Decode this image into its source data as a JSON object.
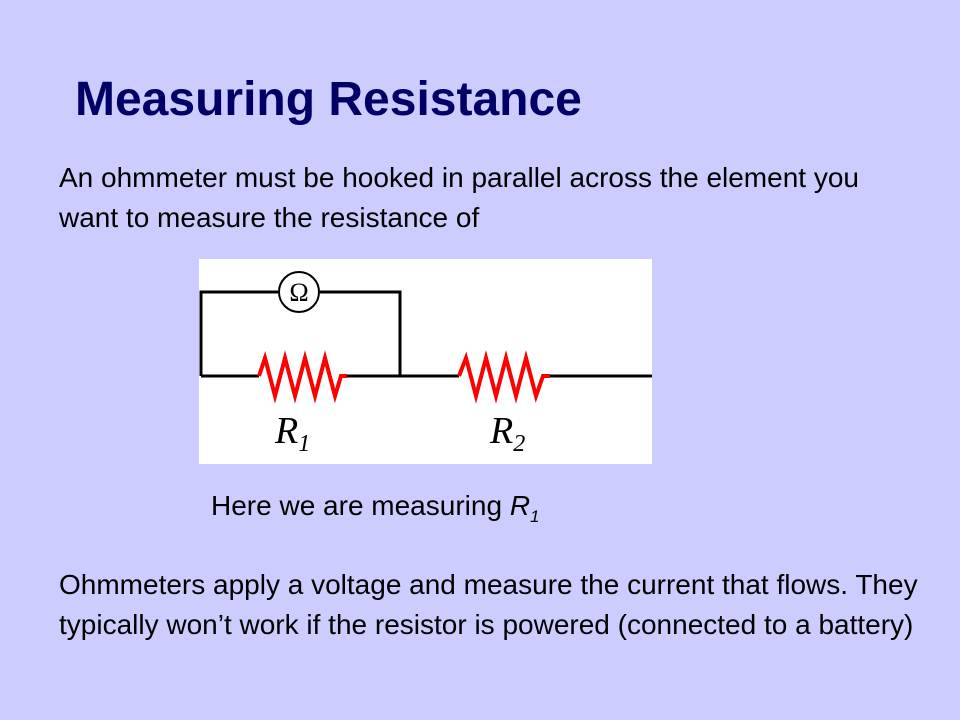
{
  "slide": {
    "title": "Measuring Resistance",
    "intro": "An ohmmeter must be hooked in parallel across the element you want to measure the resistance of",
    "caption_text": "Here we are measuring ",
    "caption_var": "R",
    "caption_sub": "1",
    "outro": "Ohmmeters apply a voltage and measure the current that flows.  They typically won’t work if the resistor is powered (connected to a battery)"
  },
  "diagram": {
    "meter_symbol": "Ω",
    "r1_letter": "R",
    "r1_sub": "1",
    "r2_letter": "R",
    "r2_sub": "2",
    "wire_color": "#000000",
    "resistor_color": "#ff0000"
  }
}
